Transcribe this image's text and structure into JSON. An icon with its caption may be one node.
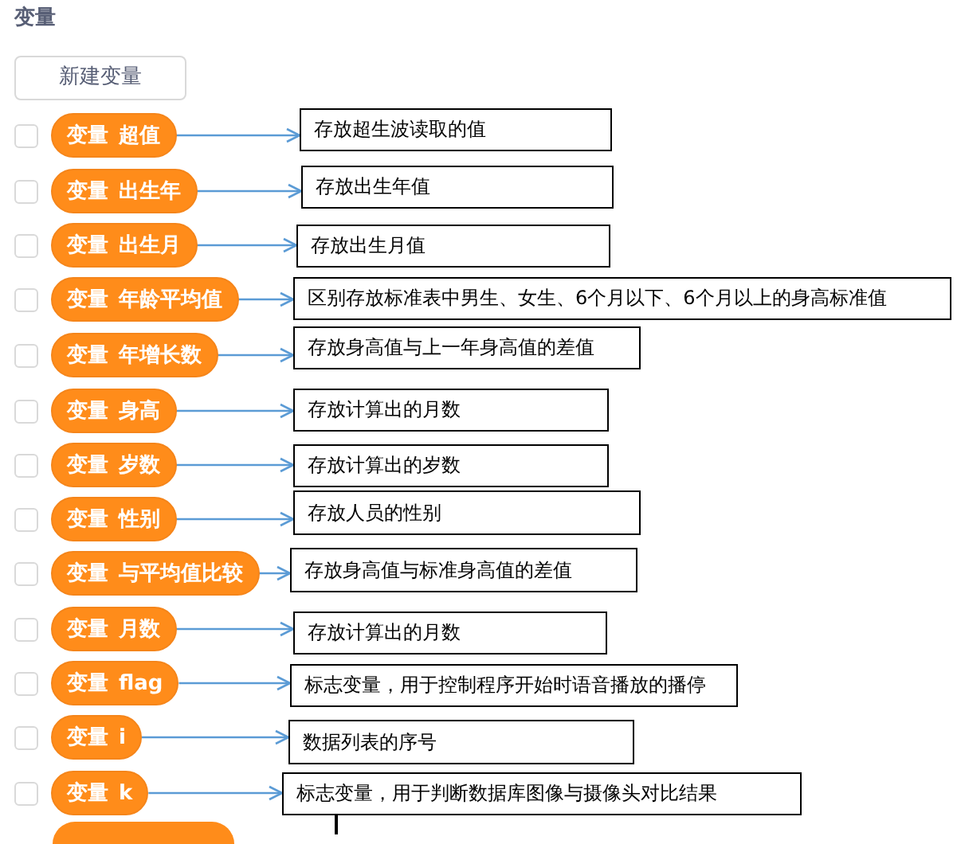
{
  "diagram": {
    "title": "变量",
    "nodes": [
      {
        "text": [
          "新建变量"
        ]
      },
      {
        "text": [
          "变量 超值"
        ]
      },
      {
        "text": [
          "存放超生波读取的值"
        ]
      },
      {
        "text": [
          "变量 出生年"
        ]
      },
      {
        "text": [
          "存放出生年值"
        ]
      },
      {
        "text": [
          "变量 出生月"
        ]
      },
      {
        "text": [
          "存放出生月值"
        ]
      },
      {
        "text": [
          "变量 年龄平均值"
        ]
      },
      {
        "text": [
          "区别存放标准表中男生、女生、6个月以下、6个月以上的身高标准值"
        ]
      },
      {
        "text": [
          "变量 年增长数"
        ]
      },
      {
        "text": [
          "存放身高值与上一年身高值的差值"
        ]
      },
      {
        "text": [
          "变量 身高"
        ]
      },
      {
        "text": [
          "存放计算出的月数"
        ]
      },
      {
        "text": [
          "变量 岁数"
        ]
      },
      {
        "text": [
          "存放计算出的岁数"
        ]
      },
      {
        "text": [
          "变量 性别"
        ]
      },
      {
        "text": [
          "存放人员的性别"
        ]
      },
      {
        "text": [
          "变量 与平均值比较"
        ]
      },
      {
        "text": [
          "存放身高值与标准身高值的差值"
        ]
      },
      {
        "text": [
          "变量 月数"
        ]
      },
      {
        "text": [
          "存放计算出的月数"
        ]
      },
      {
        "text": [
          "变量 flag"
        ]
      },
      {
        "text": [
          "标志变量，用于控制程序开始时语音播放的播停"
        ]
      },
      {
        "text": [
          "变量 i"
        ]
      },
      {
        "text": [
          "数据列表的序号"
        ]
      },
      {
        "text": [
          "变量 k"
        ]
      },
      {
        "text": [
          "标志变量，用于判断数据库图像与摄像头对比结果"
        ]
      },
      {
        "text": [],
        "shape": "box"
      }
    ],
    "edges": [
      {
        "from": 1,
        "to": 2,
        "arrow": "to"
      },
      {
        "from": 3,
        "to": 4,
        "arrow": "to"
      },
      {
        "from": 5,
        "to": 6,
        "arrow": "to"
      },
      {
        "from": 7,
        "to": 8,
        "arrow": "to"
      },
      {
        "from": 9,
        "to": 10,
        "arrow": "to"
      },
      {
        "from": 11,
        "to": 12,
        "arrow": "to"
      },
      {
        "from": 13,
        "to": 14,
        "arrow": "to"
      },
      {
        "from": 15,
        "to": 16,
        "arrow": "to"
      },
      {
        "from": 17,
        "to": 18,
        "arrow": "to"
      },
      {
        "from": 19,
        "to": 20,
        "arrow": "to"
      },
      {
        "from": 21,
        "to": 22,
        "arrow": "to"
      },
      {
        "from": 23,
        "to": 24,
        "arrow": "to"
      },
      {
        "from": 25,
        "to": 26,
        "arrow": "to"
      }
    ]
  }
}
